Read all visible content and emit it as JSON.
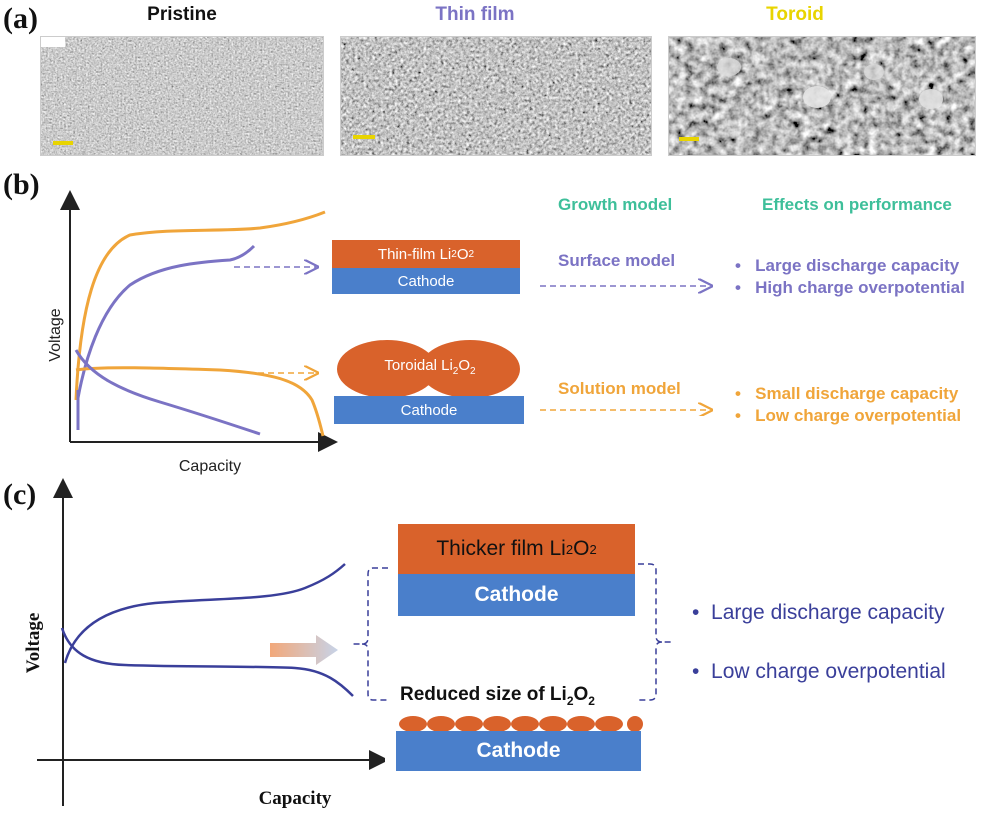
{
  "panels": {
    "a": "(a)",
    "b": "(b)",
    "c": "(c)"
  },
  "panel_a": {
    "titles": [
      "Pristine",
      "Thin film",
      "Toroid"
    ],
    "title_colors": [
      "#111111",
      "#7b73c4",
      "#e8d400"
    ]
  },
  "panel_b": {
    "y_label": "Voltage",
    "x_label": "Capacity",
    "thin_film_label": "Thin-film Li",
    "toroidal_label": "Toroidal Li",
    "cathode_label": "Cathode",
    "growth_head": "Growth model",
    "effects_head": "Effects on performance",
    "surface_model": "Surface model",
    "solution_model": "Solution model",
    "surface_effects": [
      "Large discharge capacity",
      "High charge overpotential"
    ],
    "solution_effects": [
      "Small discharge capacity",
      "Low charge overpotential"
    ],
    "colors": {
      "purple": "#7b73c4",
      "orange": "#f0a53a",
      "green": "#3ebf9a"
    }
  },
  "panel_c": {
    "y_label": "Voltage",
    "x_label": "Capacity",
    "thicker_label": "Thicker film Li",
    "cathode_label": "Cathode",
    "reduced_label": "Reduced size of Li",
    "effects": [
      "Large discharge capacity",
      "Low charge overpotential"
    ],
    "colors": {
      "line": "#3a3f9a",
      "brick": "#d9622b",
      "blue": "#4a7fcb"
    }
  },
  "formula": {
    "sub2": "2",
    "o": "O",
    "sub2b": "2"
  }
}
